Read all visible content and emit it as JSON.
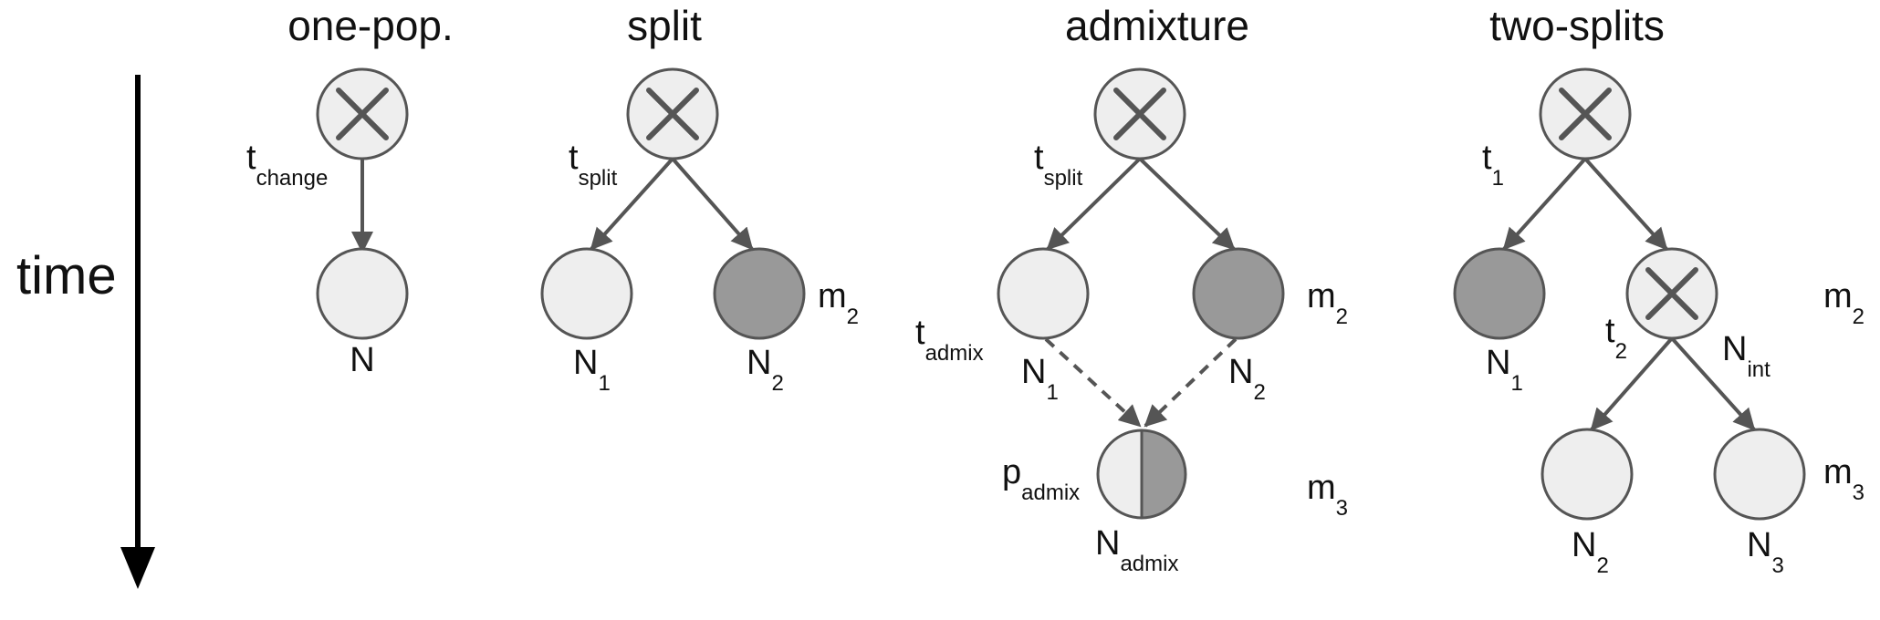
{
  "colors": {
    "light": "#eeeeee",
    "dark": "#999999",
    "line": "#555555",
    "axis": "#000000"
  },
  "time_label": "time",
  "panels": {
    "one_pop": {
      "title": "one-pop.",
      "t_change": {
        "main": "t",
        "sub": "change"
      },
      "n": {
        "main": "N"
      }
    },
    "split": {
      "title": "split",
      "t_split": {
        "main": "t",
        "sub": "split"
      },
      "n1": {
        "main": "N",
        "sub": "1"
      },
      "n2": {
        "main": "N",
        "sub": "2"
      },
      "m2": {
        "main": "m",
        "sub": "2"
      }
    },
    "admixture": {
      "title": "admixture",
      "t_split": {
        "main": "t",
        "sub": "split"
      },
      "t_admix": {
        "main": "t",
        "sub": "admix"
      },
      "n1": {
        "main": "N",
        "sub": "1"
      },
      "n2": {
        "main": "N",
        "sub": "2"
      },
      "m2": {
        "main": "m",
        "sub": "2"
      },
      "p_admix": {
        "main": "p",
        "sub": "admix"
      },
      "n_admix": {
        "main": "N",
        "sub": "admix"
      },
      "m3": {
        "main": "m",
        "sub": "3"
      }
    },
    "two_splits": {
      "title": "two-splits",
      "t1": {
        "main": "t",
        "sub": "1"
      },
      "t2": {
        "main": "t",
        "sub": "2"
      },
      "n1": {
        "main": "N",
        "sub": "1"
      },
      "n_int": {
        "main": "N",
        "sub": "int"
      },
      "m2": {
        "main": "m",
        "sub": "2"
      },
      "n2": {
        "main": "N",
        "sub": "2"
      },
      "n3": {
        "main": "N",
        "sub": "3"
      },
      "m3": {
        "main": "m",
        "sub": "3"
      }
    }
  }
}
